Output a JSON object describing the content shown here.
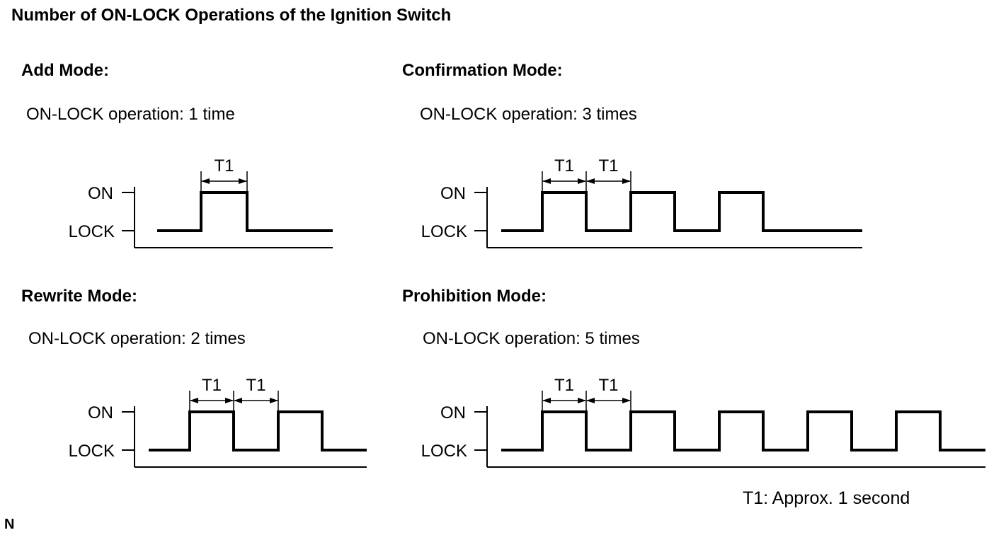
{
  "title": "Number of ON-LOCK Operations of the Ignition Switch",
  "axis_labels": {
    "on": "ON",
    "lock": "LOCK",
    "interval": "T1"
  },
  "panels": [
    {
      "mode_title": "Add Mode:",
      "operation_text": "ON-LOCK operation: 1 time",
      "pulses": 1
    },
    {
      "mode_title": "Confirmation Mode:",
      "operation_text": "ON-LOCK operation: 3 times",
      "pulses": 3
    },
    {
      "mode_title": "Rewrite Mode:",
      "operation_text": "ON-LOCK operation: 2 times",
      "pulses": 2
    },
    {
      "mode_title": "Prohibition Mode:",
      "operation_text": "ON-LOCK operation: 5 times",
      "pulses": 5
    }
  ],
  "footnote": "T1: Approx. 1 second",
  "corner_mark": "N"
}
